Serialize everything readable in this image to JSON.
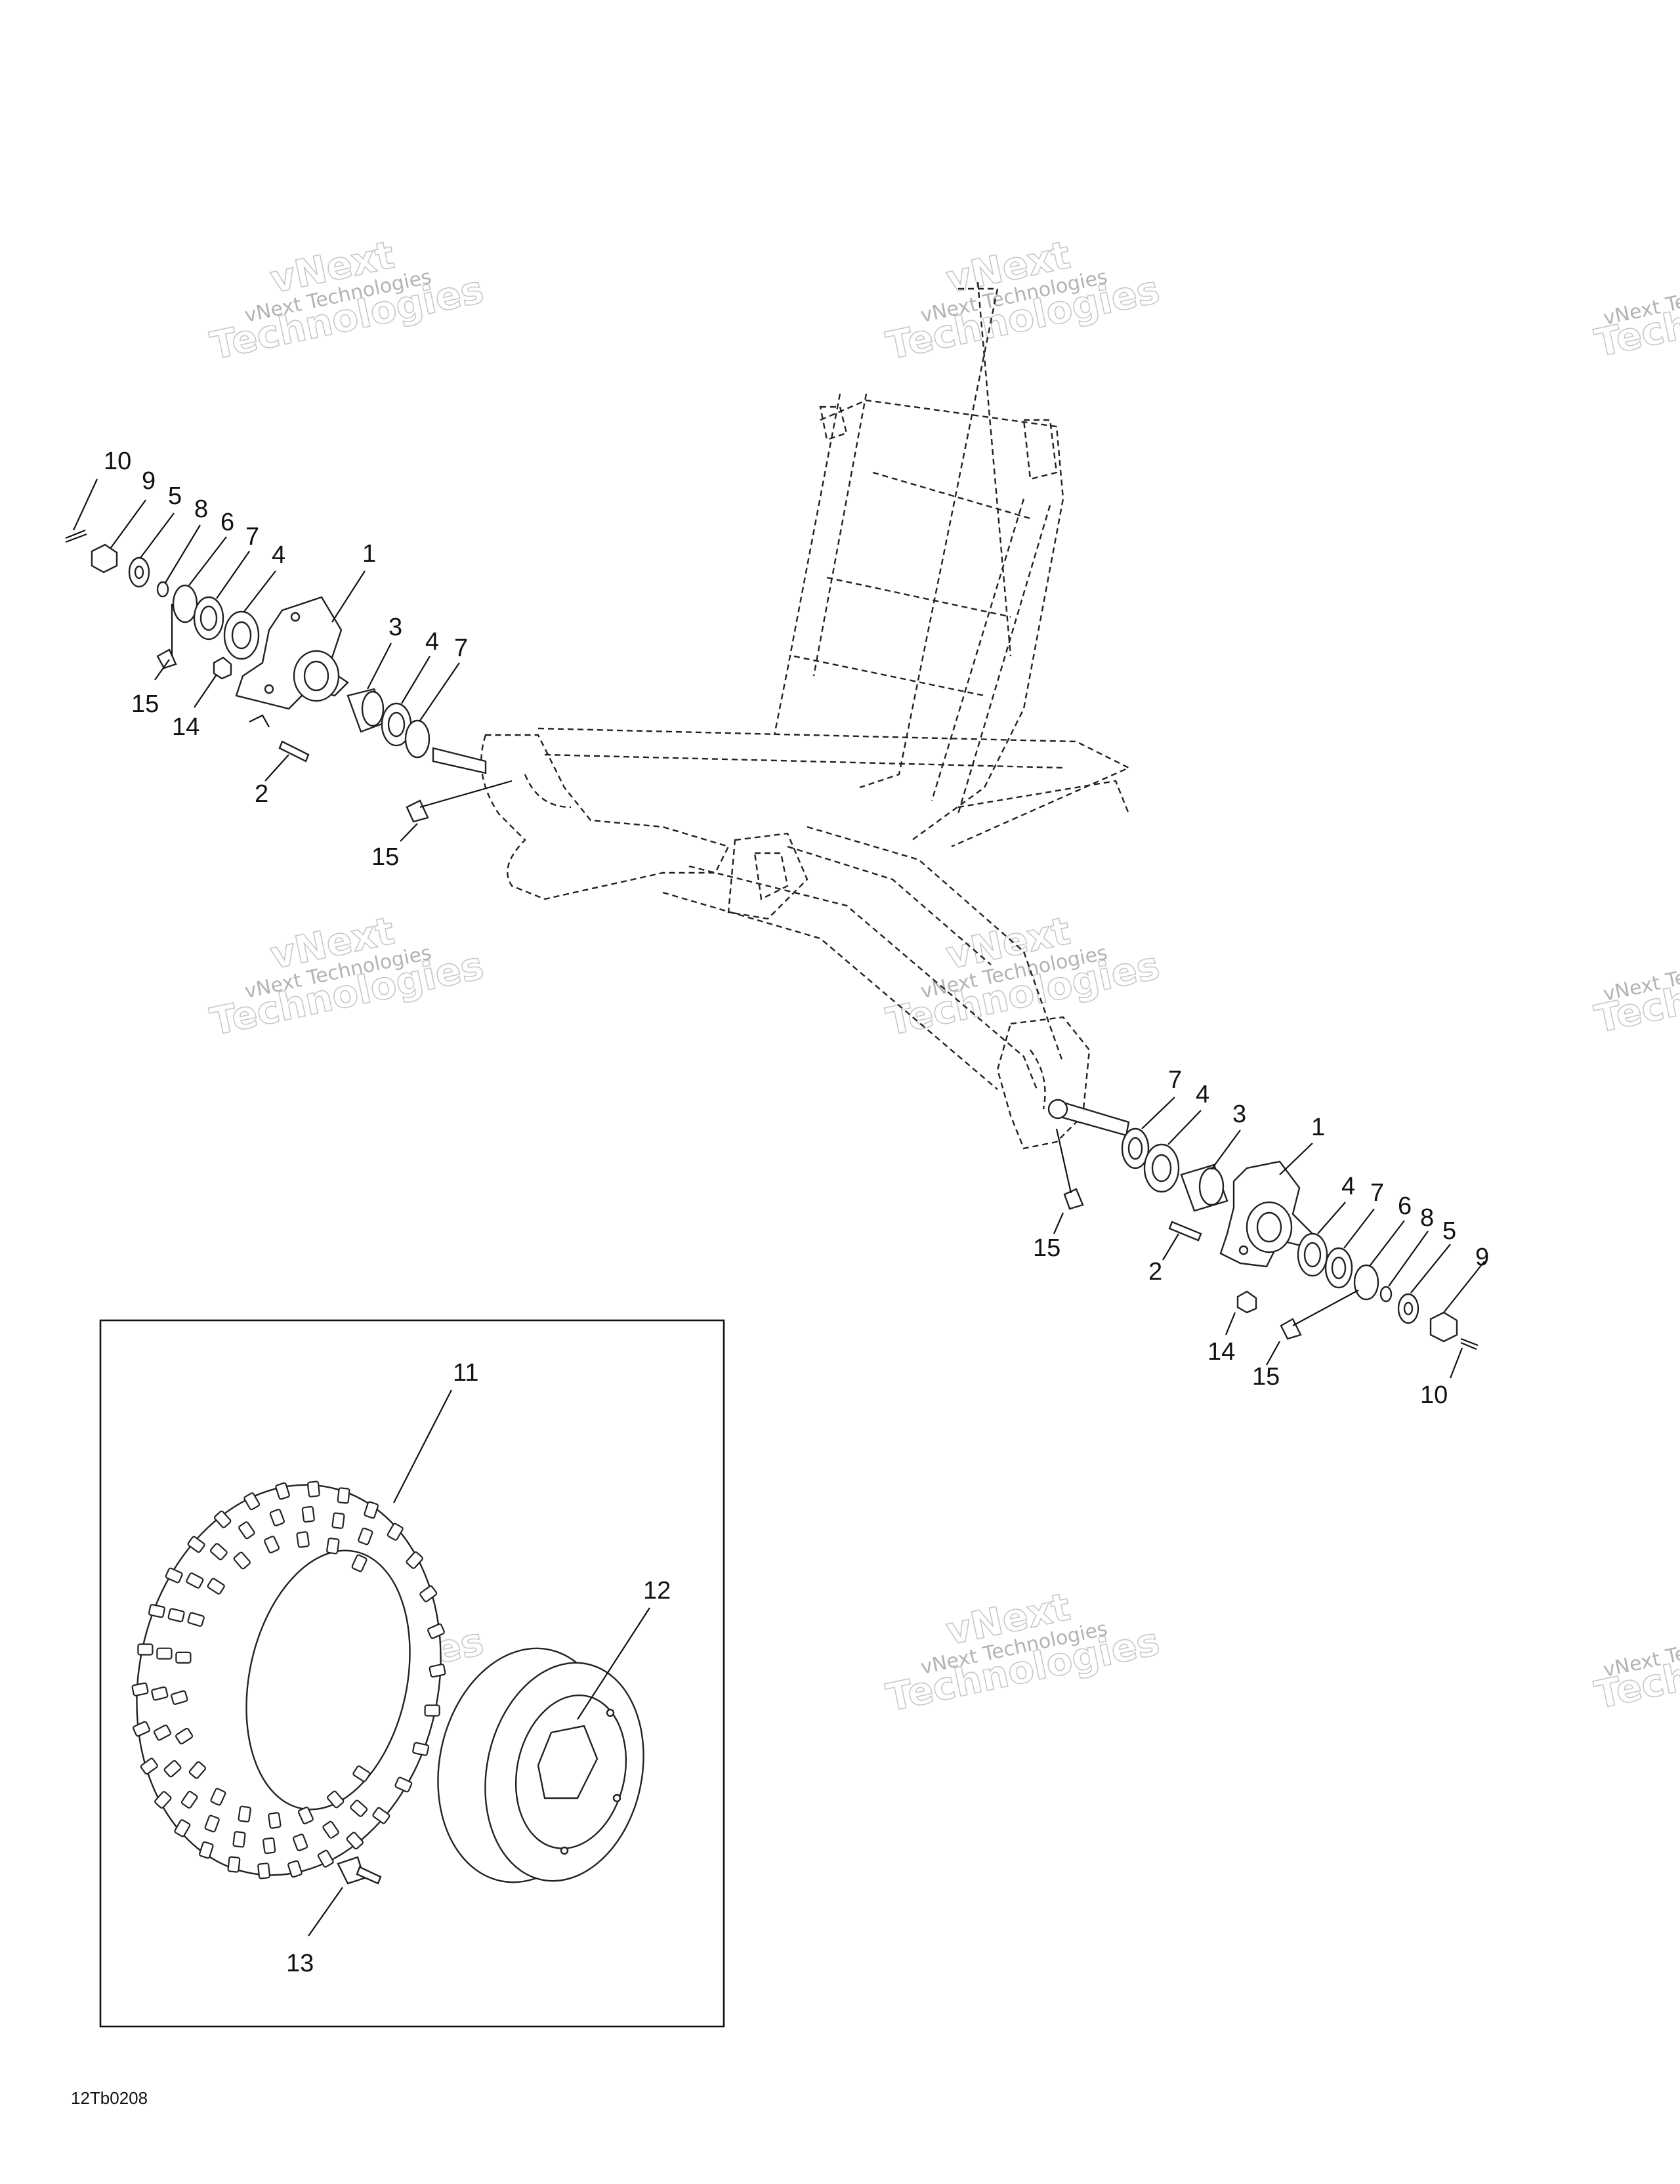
{
  "figure_code": "12Tb0208",
  "watermark": {
    "line1": "vNext Technologies",
    "line2": "vNext",
    "line3": "Technologies"
  },
  "callouts": {
    "left_hub": [
      "10",
      "9",
      "5",
      "8",
      "6",
      "7",
      "4",
      "1",
      "3",
      "4",
      "7",
      "15",
      "14",
      "2",
      "15"
    ],
    "right_hub": [
      "7",
      "4",
      "3",
      "1",
      "4",
      "7",
      "6",
      "8",
      "5",
      "9",
      "15",
      "2",
      "14",
      "15",
      "10"
    ],
    "wheel": [
      "11",
      "12",
      "13"
    ]
  }
}
